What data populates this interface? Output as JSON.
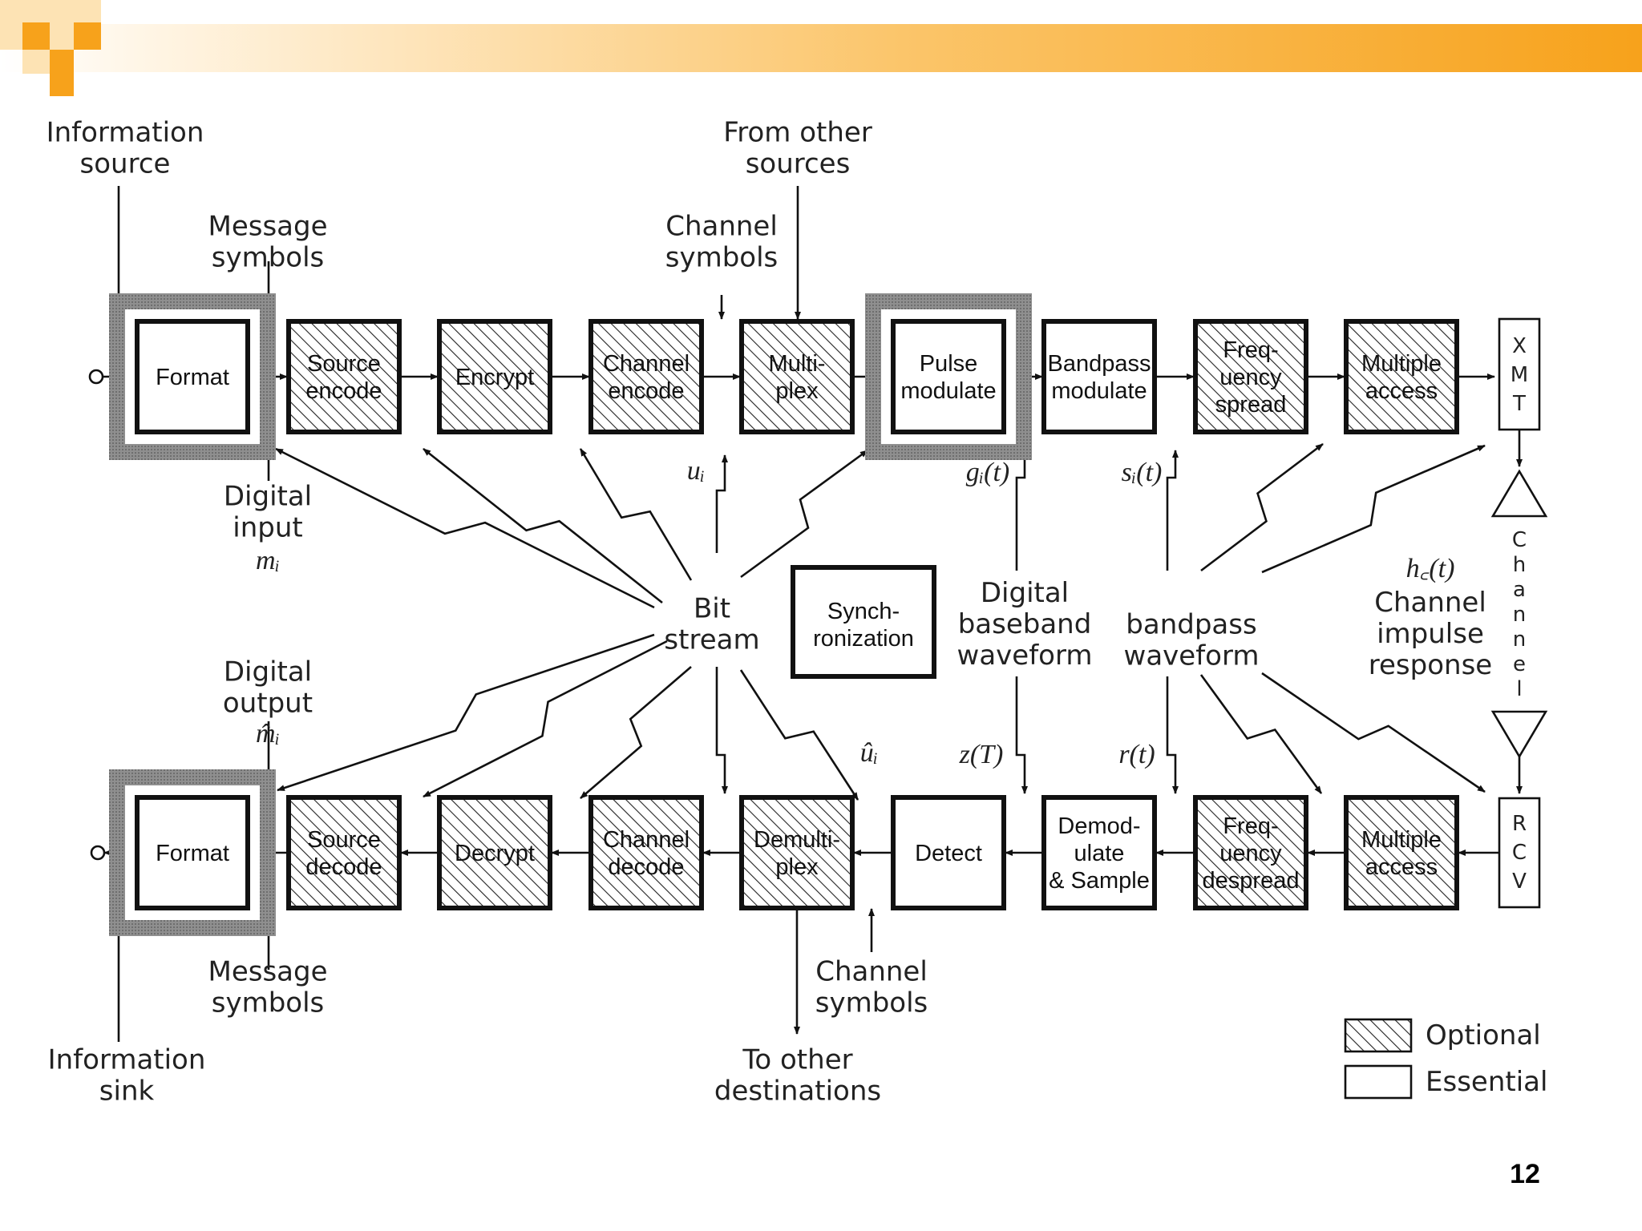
{
  "header": {
    "accent": "#f7a21b",
    "accent_light": "#fde3b4",
    "logo": "orange-squares-logo"
  },
  "page_number": "12",
  "colors": {
    "stroke": "#111111",
    "frame": "#8a8a8a"
  },
  "labels": {
    "info_source": [
      "Information",
      "source"
    ],
    "from_other": [
      "From other",
      "sources"
    ],
    "msg_sym_top": [
      "Message",
      "symbols"
    ],
    "chan_sym_top": [
      "Channel",
      "symbols"
    ],
    "digital_input": [
      "Digital",
      "input"
    ],
    "m_i": "mᵢ",
    "u_i": "uᵢ",
    "g_i": "gᵢ(t)",
    "s_i": "sᵢ(t)",
    "h_c": "h꜀(t)",
    "channel_impulse": [
      "Channel",
      "impulse",
      "response"
    ],
    "bit_stream": [
      "Bit",
      "stream"
    ],
    "digital_baseband": [
      "Digital",
      "baseband",
      "waveform"
    ],
    "bandpass_wave": [
      "bandpass",
      "waveform"
    ],
    "digital_output": [
      "Digital",
      "output"
    ],
    "m_hat": "m̂ᵢ",
    "u_hat": "ûᵢ",
    "z_T": "z(T)",
    "r_t": "r(t)",
    "msg_sym_bot": [
      "Message",
      "symbols"
    ],
    "chan_sym_bot": [
      "Channel",
      "symbols"
    ],
    "info_sink": [
      "Information",
      "sink"
    ],
    "to_other": [
      "To other",
      "destinations"
    ],
    "xmt": [
      "X",
      "M",
      "T"
    ],
    "rcv": [
      "R",
      "C",
      "V"
    ],
    "channel_vert": [
      "C",
      "h",
      "a",
      "n",
      "n",
      "e",
      "l"
    ]
  },
  "tx_blocks": [
    {
      "lines": [
        "Format"
      ],
      "optional": false,
      "framed": true
    },
    {
      "lines": [
        "Source",
        "encode"
      ],
      "optional": true
    },
    {
      "lines": [
        "Encrypt"
      ],
      "optional": true
    },
    {
      "lines": [
        "Channel",
        "encode"
      ],
      "optional": true
    },
    {
      "lines": [
        "Multi-",
        "plex"
      ],
      "optional": true
    },
    {
      "lines": [
        "Pulse",
        "modulate"
      ],
      "optional": false,
      "framed": true
    },
    {
      "lines": [
        "Bandpass",
        "modulate"
      ],
      "optional": false
    },
    {
      "lines": [
        "Freq-",
        "uency",
        "spread"
      ],
      "optional": true
    },
    {
      "lines": [
        "Multiple",
        "access"
      ],
      "optional": true
    }
  ],
  "rx_blocks": [
    {
      "lines": [
        "Format"
      ],
      "optional": false,
      "framed": true
    },
    {
      "lines": [
        "Source",
        "decode"
      ],
      "optional": true
    },
    {
      "lines": [
        "Decrypt"
      ],
      "optional": true
    },
    {
      "lines": [
        "Channel",
        "decode"
      ],
      "optional": true
    },
    {
      "lines": [
        "Demulti-",
        "plex"
      ],
      "optional": true
    },
    {
      "lines": [
        "Detect"
      ],
      "optional": false
    },
    {
      "lines": [
        "Demod-",
        "ulate",
        "& Sample"
      ],
      "optional": false
    },
    {
      "lines": [
        "Freq-",
        "uency",
        "despread"
      ],
      "optional": true
    },
    {
      "lines": [
        "Multiple",
        "access"
      ],
      "optional": true
    }
  ],
  "sync_block": {
    "lines": [
      "Synch-",
      "ronization"
    ]
  },
  "legend": [
    {
      "label": "Optional",
      "optional": true
    },
    {
      "label": "Essential",
      "optional": false
    }
  ]
}
